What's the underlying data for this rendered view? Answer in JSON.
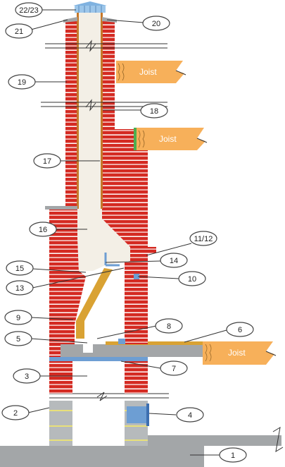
{
  "colors": {
    "brick": "#d42a22",
    "mortar": "#ffffff",
    "liner": "#f3efe6",
    "flue_edge": "#c6782a",
    "gold": "#d9a233",
    "joist": "#f7b05a",
    "joist_grain": "#9b6a2a",
    "concrete": "#a3a6a8",
    "steel": "#6d9ed3",
    "block": "#b6babc",
    "block_line": "#e8e07a",
    "green": "#4caf50",
    "cap": "#7fb2e0"
  },
  "joists": [
    {
      "label": "Joist"
    },
    {
      "label": "Joist"
    },
    {
      "label": "Joist"
    }
  ],
  "callouts": [
    "22/23",
    "20",
    "21",
    "19",
    "18",
    "17",
    "16",
    "11/12",
    "14",
    "15",
    "13",
    "10",
    "9",
    "8",
    "6",
    "5",
    "7",
    "3",
    "2",
    "4",
    "1"
  ]
}
